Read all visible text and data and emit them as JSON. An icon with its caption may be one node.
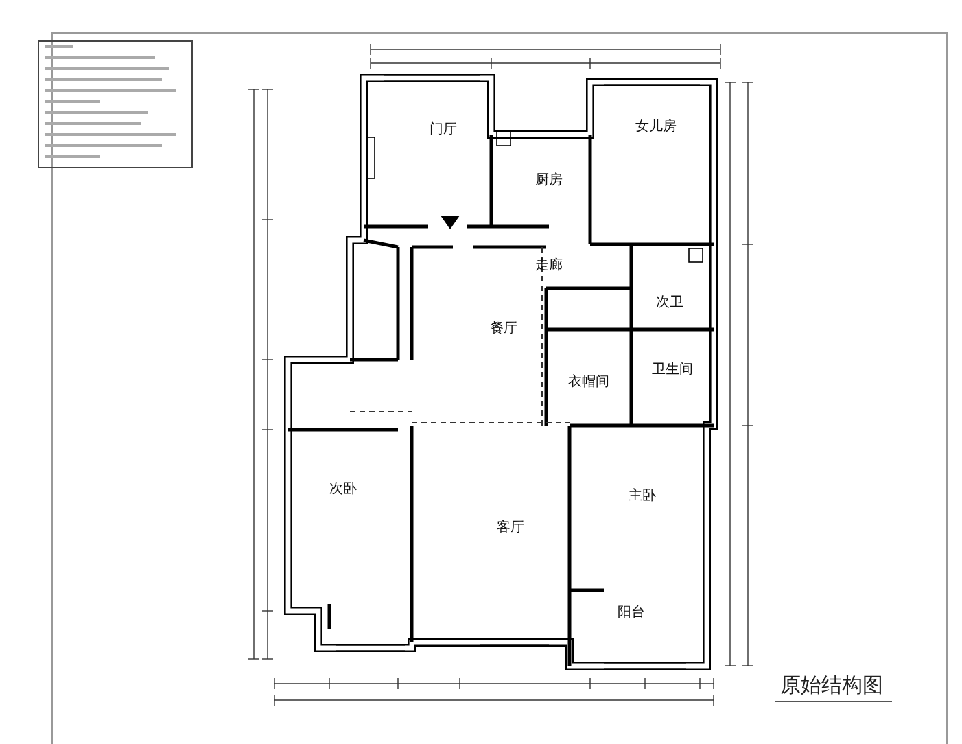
{
  "diagram": {
    "caption": "原始结构图",
    "labels": [
      "门厅",
      "厨房",
      "女儿房",
      "走廊",
      "次卫",
      "餐厅",
      "衣帽间",
      "卫生间",
      "次卧",
      "客厅",
      "主卧",
      "阳台"
    ]
  }
}
